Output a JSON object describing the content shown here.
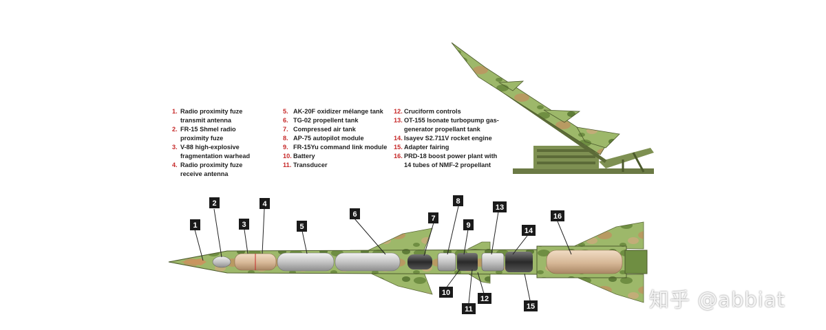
{
  "legend": [
    {
      "num": "1.",
      "label": "Radio proximity fuze\ntransmit antenna"
    },
    {
      "num": "2.",
      "label": "FR-15 Shmel radio\nproximity fuze"
    },
    {
      "num": "3.",
      "label": "V-88 high-explosive\nfragmentation warhead"
    },
    {
      "num": "4.",
      "label": "Radio proximity fuze\nreceive antenna"
    },
    {
      "num": "5.",
      "label": "AK-20F oxidizer mélange tank"
    },
    {
      "num": "6.",
      "label": "TG-02 propellent tank"
    },
    {
      "num": "7.",
      "label": "Compressed air tank"
    },
    {
      "num": "8.",
      "label": "AP-75 autopilot module"
    },
    {
      "num": "9.",
      "label": "FR-15Yu command link module"
    },
    {
      "num": "10.",
      "label": "Battery"
    },
    {
      "num": "11.",
      "label": "Transducer"
    },
    {
      "num": "12.",
      "label": "Cruciform controls"
    },
    {
      "num": "13.",
      "label": "OT-155 Isonate turbopump gas-\ngenerator propellant tank"
    },
    {
      "num": "14.",
      "label": "Isayev S2.711V rocket engine"
    },
    {
      "num": "15.",
      "label": "Adapter fairing"
    },
    {
      "num": "16.",
      "label": "PRD-18 boost power plant with\n14 tubes of NMF-2 propellant"
    }
  ],
  "callouts": [
    "1",
    "2",
    "3",
    "4",
    "5",
    "6",
    "7",
    "8",
    "9",
    "10",
    "11",
    "12",
    "13",
    "14",
    "15",
    "16"
  ],
  "watermark": "知乎 @abbiat",
  "colors": {
    "number_red": "#c62828",
    "camo_green": "#8fae5a",
    "camo_brown": "#9a7a4a",
    "callout_bg": "#1a1a1a"
  },
  "icons": [
    "missile-on-launcher-illustration",
    "missile-cutaway-illustration"
  ]
}
